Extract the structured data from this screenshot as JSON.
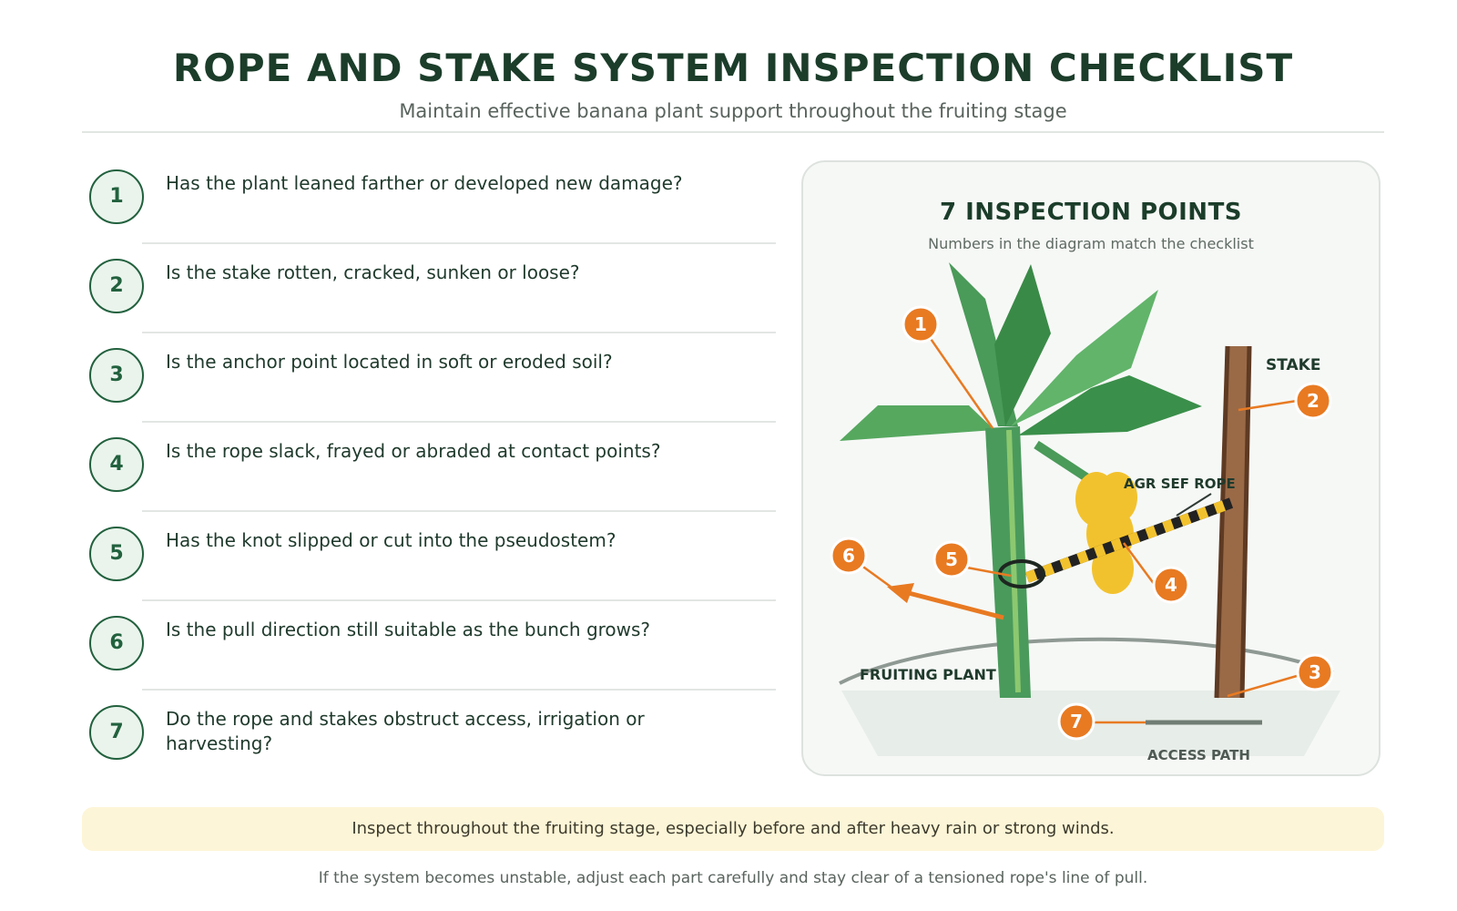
{
  "title": "ROPE AND STAKE SYSTEM INSPECTION CHECKLIST",
  "subtitle": "Maintain effective banana plant support throughout the fruiting stage",
  "checklist": [
    {
      "num": "1",
      "question": "Has the plant leaned farther or developed new damage?"
    },
    {
      "num": "2",
      "question": "Is the stake rotten, cracked, sunken or loose?"
    },
    {
      "num": "3",
      "question": "Is the anchor point located in soft or eroded soil?"
    },
    {
      "num": "4",
      "question": "Is the rope slack, frayed or abraded at contact points?"
    },
    {
      "num": "5",
      "question": "Has the knot slipped or cut into the pseudostem?"
    },
    {
      "num": "6",
      "question": "Is the pull direction still suitable as the bunch grows?"
    },
    {
      "num": "7",
      "question": "Do the rope and stakes obstruct access, irrigation or harvesting?"
    }
  ],
  "panel": {
    "title": "7 INSPECTION POINTS",
    "subtitle": "Numbers in the diagram match the checklist",
    "labels": {
      "stake": "STAKE",
      "rope": "AGR SEF ROPE",
      "plant": "FRUITING PLANT",
      "path": "ACCESS PATH"
    },
    "markers": [
      "1",
      "2",
      "3",
      "4",
      "5",
      "6",
      "7"
    ]
  },
  "colors": {
    "accent": "#e87a22",
    "dark_green": "#1b3d2a",
    "leaf": "#4e9e5c",
    "banana": "#f2c22e",
    "stake": "#8a5a3a"
  },
  "footer": {
    "note": "Inspect throughout the fruiting stage, especially before and after heavy rain or strong winds.",
    "caption": "If the system becomes unstable, adjust each part carefully and stay clear of a tensioned rope's line of pull."
  }
}
